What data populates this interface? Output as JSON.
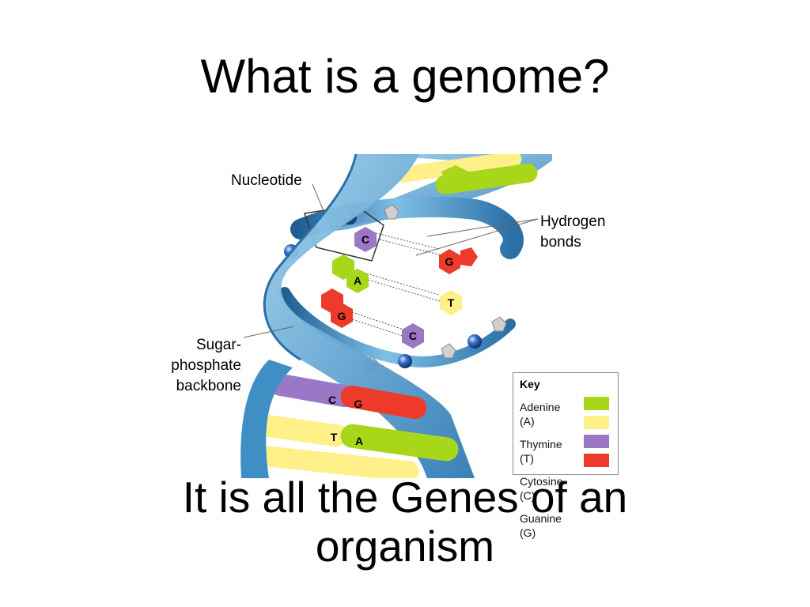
{
  "slide": {
    "title": "What is a genome?",
    "subtitle_line1": "It is all the Genes of an",
    "subtitle_line2": "organism"
  },
  "diagram": {
    "labels": {
      "nucleotide": "Nucleotide",
      "hydrogen_bonds_line1": "Hydrogen",
      "hydrogen_bonds_line2": "bonds",
      "backbone_line1": "Sugar-",
      "backbone_line2": "phosphate",
      "backbone_line3": "backbone"
    },
    "bases": [
      "A",
      "C",
      "G",
      "A",
      "T",
      "G",
      "C",
      "C",
      "G",
      "T",
      "A"
    ],
    "colors": {
      "adenine": "#a8d61a",
      "thymine": "#fff08a",
      "cytosine": "#9a78c6",
      "guanine": "#ee3a2a",
      "backbone": "#3f8fc4"
    }
  },
  "key": {
    "title": "Key",
    "entries": [
      {
        "line1": "Adenine",
        "line2": "(A)",
        "color": "#a8d61a"
      },
      {
        "line1": "Thymine",
        "line2": "(T)",
        "color": "#fff08a"
      },
      {
        "line1": "Cytosine",
        "line2": "(C)",
        "color": "#9a78c6"
      },
      {
        "line1": "Guanine",
        "line2": "(G)",
        "color": "#ee3a2a"
      }
    ]
  }
}
